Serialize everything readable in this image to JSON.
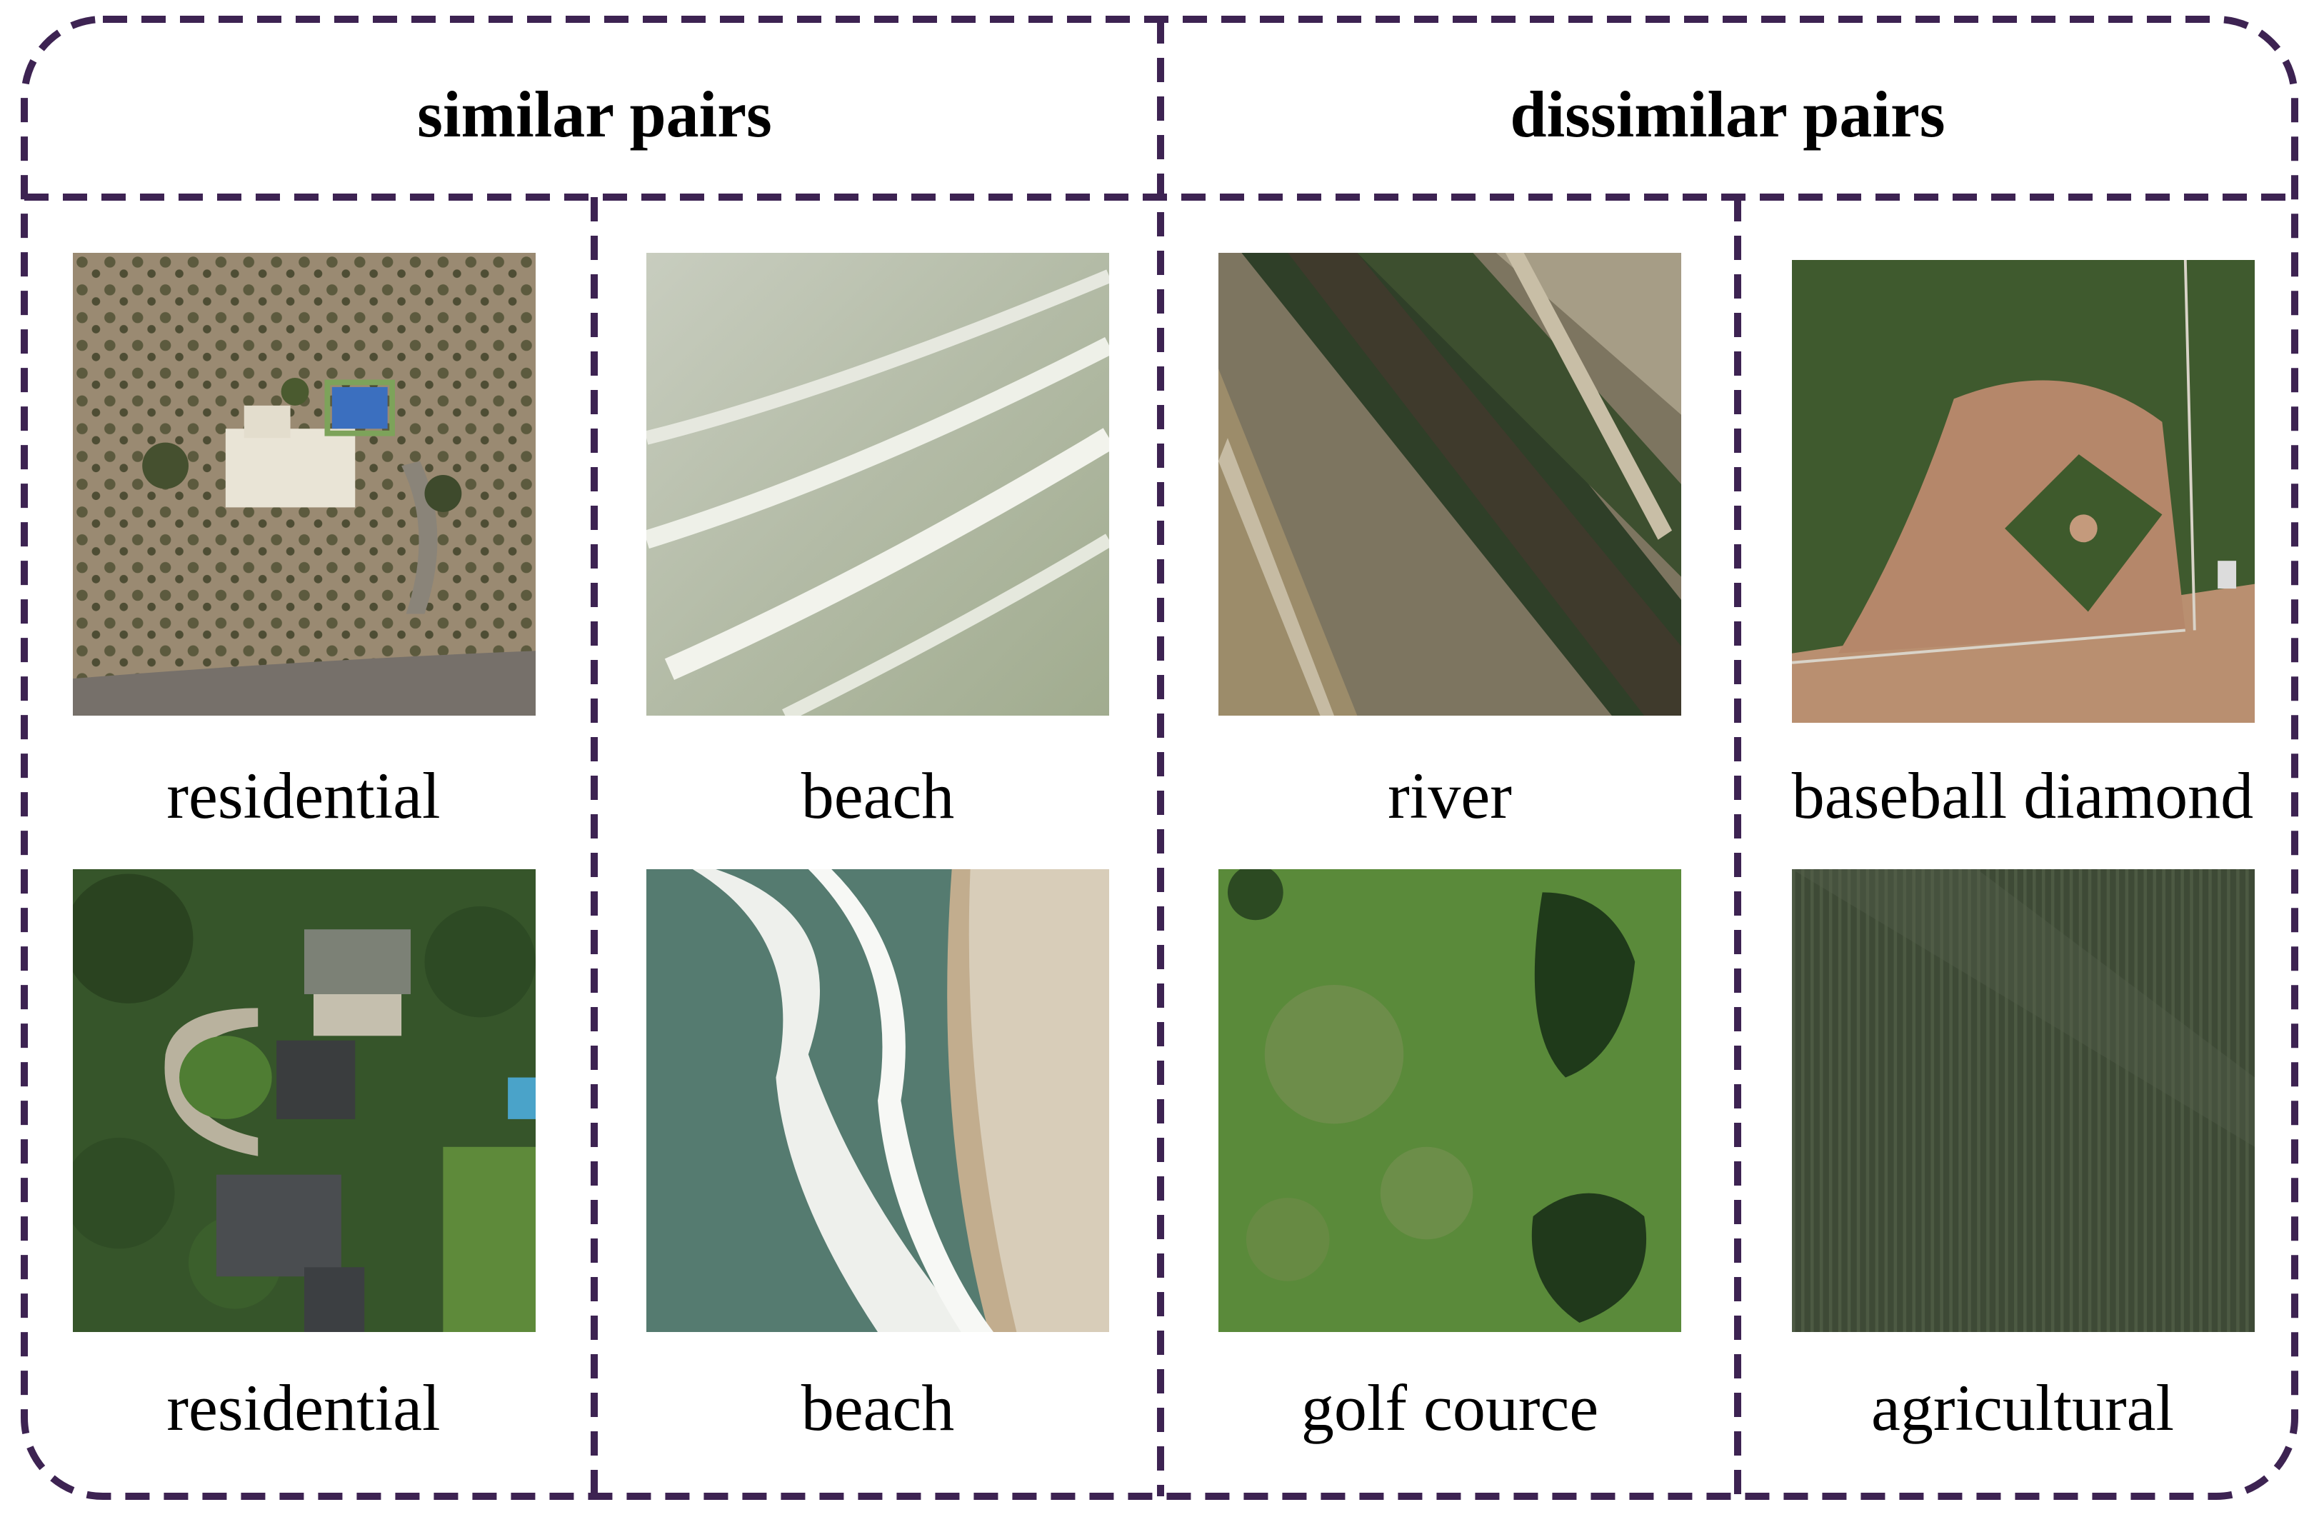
{
  "headers": {
    "similar": "similar pairs",
    "dissimilar": "dissimilar pairs"
  },
  "pairs": [
    {
      "top": "residential",
      "bottom": "residential"
    },
    {
      "top": "beach",
      "bottom": "beach"
    },
    {
      "top": "river",
      "bottom": "golf cource"
    },
    {
      "top": "baseball diamond",
      "bottom": "agricultural"
    }
  ],
  "colors": {
    "frame": "#3d2352"
  }
}
